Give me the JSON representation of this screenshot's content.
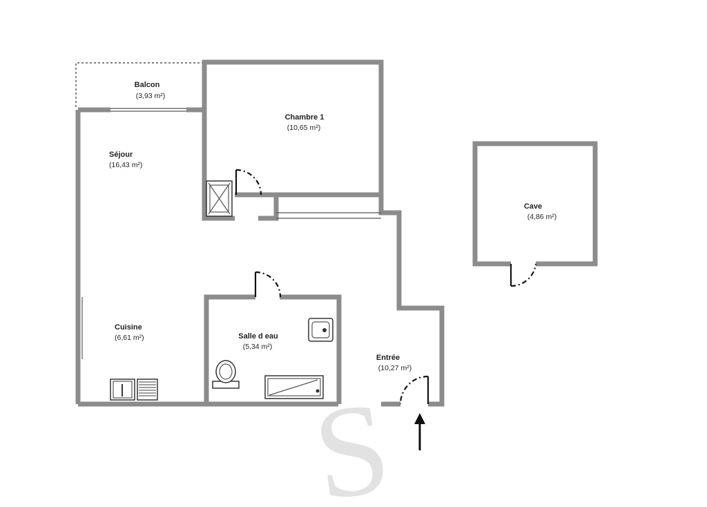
{
  "rooms": {
    "balcon": {
      "name": "Balcon",
      "area": "(3,93 m²)"
    },
    "chambre1": {
      "name": "Chambre 1",
      "area": "(10,65 m²)"
    },
    "sejour": {
      "name": "Séjour",
      "area": "(16,43 m²)"
    },
    "cuisine": {
      "name": "Cuisine",
      "area": "(6,61 m²)"
    },
    "salle_eau": {
      "name": "Salle d eau",
      "area": "(5,34 m²)"
    },
    "entree": {
      "name": "Entrée",
      "area": "(10,27 m²)"
    },
    "cave": {
      "name": "Cave",
      "area": "(4,86 m²)"
    }
  },
  "watermark": {
    "letter": "S",
    "color": "#d9d9d9"
  },
  "colors": {
    "wall": "#8c8c8c",
    "ink": "#111111"
  }
}
